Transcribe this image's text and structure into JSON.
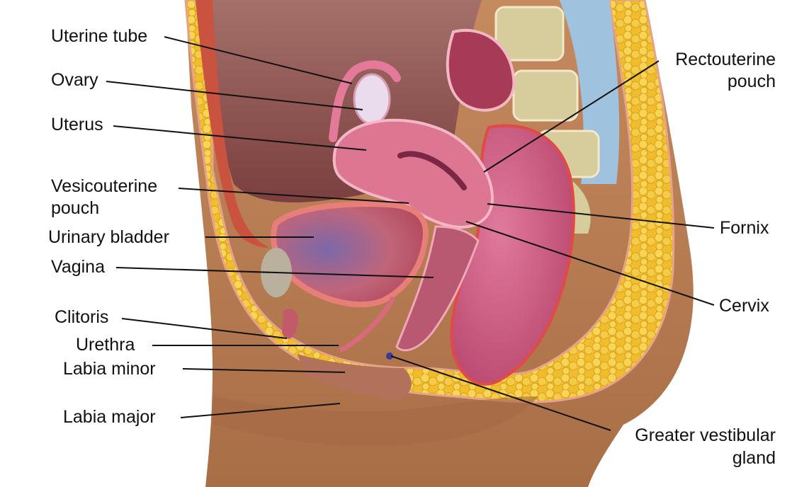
{
  "labels": {
    "uterine_tube": "Uterine tube",
    "ovary": "Ovary",
    "uterus": "Uterus",
    "vesicouterine_line1": "Vesicouterine",
    "vesicouterine_line2": "pouch",
    "urinary_bladder": "Urinary bladder",
    "vagina": "Vagina",
    "clitoris": "Clitoris",
    "urethra": "Urethra",
    "labia_minor": "Labia minor",
    "labia_major": "Labia major",
    "rectouterine_line1": "Rectouterine",
    "rectouterine_line2": "pouch",
    "fornix": "Fornix",
    "cervix": "Cervix",
    "greater_vestibular_line1": "Greater vestibular",
    "greater_vestibular_line2": "gland"
  },
  "colors": {
    "skin": "#b77c52",
    "skin_light": "#cf9a6f",
    "fat": "#f2c230",
    "fat_dark": "#dca51f",
    "uterus": "#d9708e",
    "uterus_dark": "#b24867",
    "bladder_inner": "#8c6fa6",
    "muscle": "#c95a4a",
    "bone": "#d8cfa4",
    "disc": "#8fb7d6",
    "leader": "#111111"
  }
}
